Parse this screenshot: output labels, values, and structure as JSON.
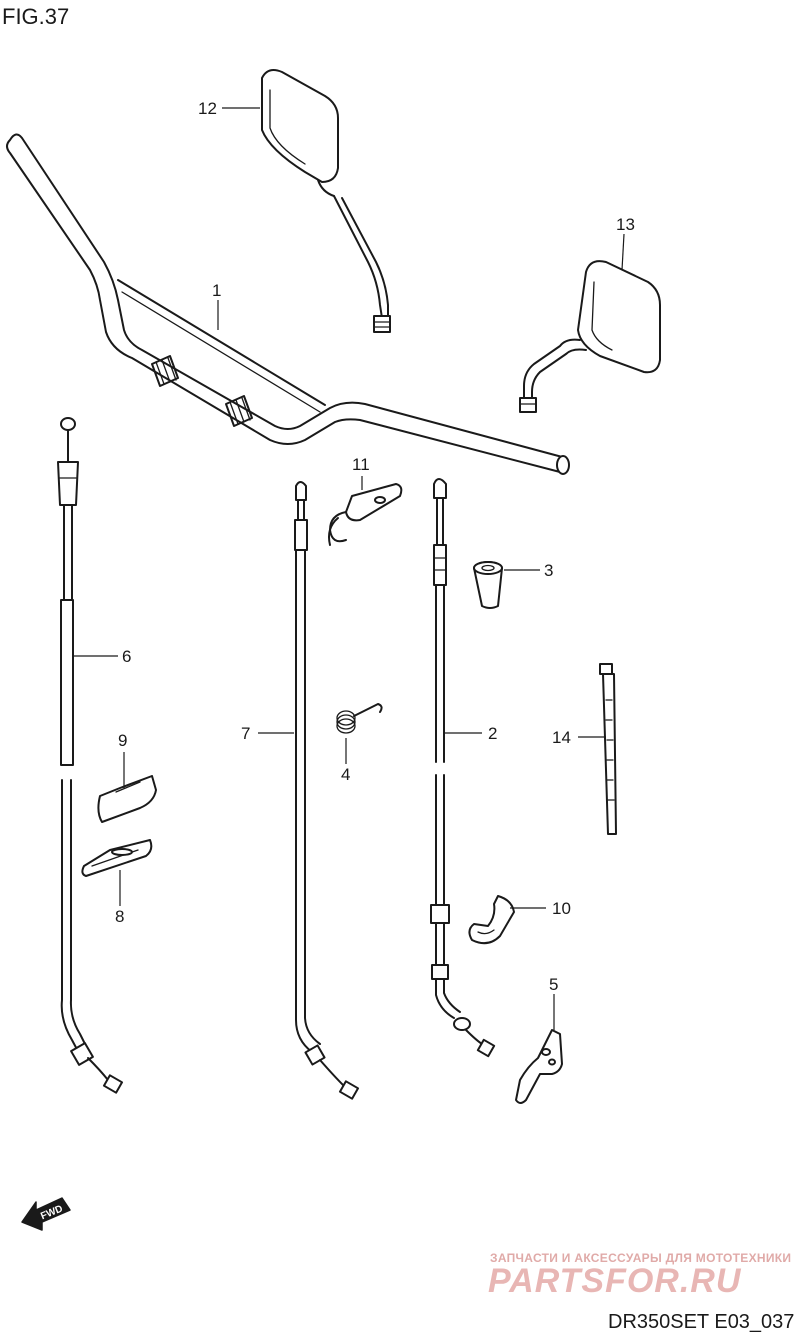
{
  "figure": {
    "title": "FIG.37",
    "code": "DR350SET E03_037"
  },
  "fwd_label": "FWD",
  "watermark": {
    "tagline": "ЗАПЧАСТИ И АКСЕССУАРЫ ДЛЯ МОТОТЕХНИКИ",
    "brand": "PARTSFOR.RU",
    "brand_color": "#e8b6b4"
  },
  "callouts": [
    {
      "id": "part-1",
      "label": "1"
    },
    {
      "id": "part-2",
      "label": "2"
    },
    {
      "id": "part-3",
      "label": "3"
    },
    {
      "id": "part-4",
      "label": "4"
    },
    {
      "id": "part-5",
      "label": "5"
    },
    {
      "id": "part-6",
      "label": "6"
    },
    {
      "id": "part-7",
      "label": "7"
    },
    {
      "id": "part-8",
      "label": "8"
    },
    {
      "id": "part-9",
      "label": "9"
    },
    {
      "id": "part-10",
      "label": "10"
    },
    {
      "id": "part-11",
      "label": "11"
    },
    {
      "id": "part-12",
      "label": "12"
    },
    {
      "id": "part-13",
      "label": "13"
    },
    {
      "id": "part-14",
      "label": "14"
    }
  ]
}
